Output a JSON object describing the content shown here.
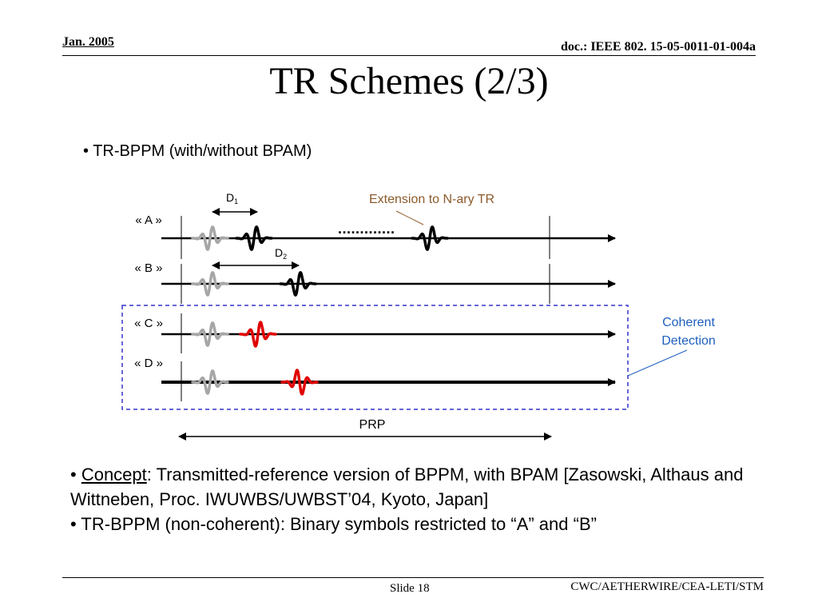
{
  "header": {
    "date": "Jan. 2005",
    "doc_id": "doc.: IEEE 802. 15-05-0011-01-004a"
  },
  "title": "TR Schemes  (2/3)",
  "bullet_top": "• TR-BPPM (with/without BPAM)",
  "diagram": {
    "rows": [
      {
        "label": "« A »"
      },
      {
        "label": "« B »"
      },
      {
        "label": "« C »"
      },
      {
        "label": "« D »"
      }
    ],
    "d1": {
      "main": "D",
      "sub": "1"
    },
    "d2": {
      "main": "D",
      "sub": "2"
    },
    "extension_label": "Extension to N-ary TR",
    "dots": ".............",
    "coherent_line1": "Coherent",
    "coherent_line2": "Detection",
    "prp_label": "PRP",
    "colors": {
      "reference_pulse": "#a6a6a6",
      "data_pulse": "#000000",
      "coherent_pulse": "#e00000",
      "dashed_box": "#3333cc",
      "coherent_text": "#1f5fbf",
      "extension_text": "#8b5a2b"
    }
  },
  "body": {
    "b1_prefix": "• ",
    "b1_concept": "Concept",
    "b1_rest": ": Transmitted-reference version of BPPM, with BPAM [Zasowski, Althaus and Wittneben, Proc. IWUWBS/UWBST’04, Kyoto, Japan]",
    "b2": "• TR-BPPM (non-coherent): Binary symbols restricted to “A” and “B”"
  },
  "footer": {
    "slide": "Slide 18",
    "org": "CWC/AETHERWIRE/CEA-LETI/STM"
  }
}
